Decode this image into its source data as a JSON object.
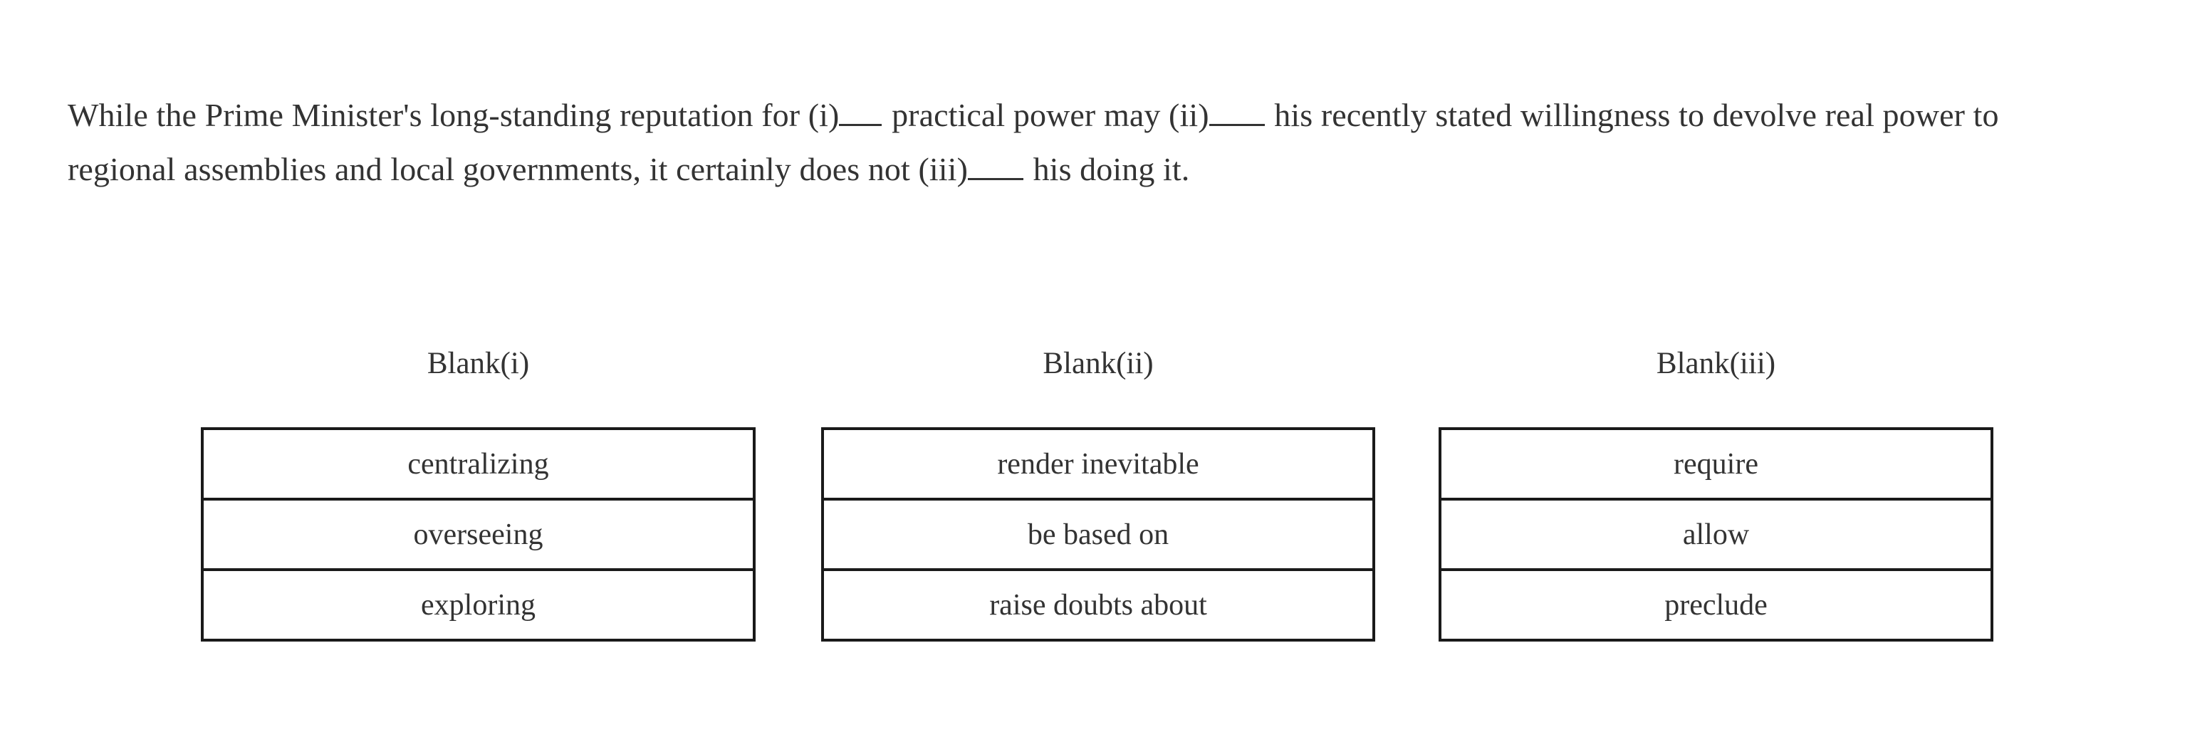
{
  "question": {
    "segments": [
      {
        "type": "text",
        "value": "While the Prime Minister's long-standing reputation for (i)"
      },
      {
        "type": "blank",
        "value": "",
        "size": "short"
      },
      {
        "type": "text",
        "value": " practical power may (ii)"
      },
      {
        "type": "blank",
        "value": "",
        "size": "long"
      },
      {
        "type": "text",
        "value": " his recently stated willingness to devolve real power to regional assemblies and local governments, it certainly does not (iii)"
      },
      {
        "type": "blank",
        "value": "",
        "size": "long"
      },
      {
        "type": "text",
        "value": " his doing it."
      }
    ],
    "full_text": "While the Prime Minister's long-standing reputation for (i)____ practical power may (ii)_____ his recently stated willingness to devolve real power to regional assemblies and local governments, it certainly does not (iii)_____ his doing it.",
    "line_1": "While the Prime Minister's long-standing reputation for (i)____ practical power may (ii)_____ his recently stated willingness to",
    "line_2": "devolve real power to regional assemblies and local governments, it certainly does not (iii)_____ his doing it."
  },
  "columns": [
    {
      "header": "Blank(i)",
      "options": [
        "centralizing",
        "overseeing",
        "exploring"
      ]
    },
    {
      "header": "Blank(ii)",
      "options": [
        "render inevitable",
        "be based on",
        "raise doubts about"
      ]
    },
    {
      "header": "Blank(iii)",
      "options": [
        "require",
        "allow",
        "preclude"
      ]
    }
  ],
  "style": {
    "text_color": "#333333",
    "border_color": "#1a1a1a",
    "background": "#ffffff"
  }
}
